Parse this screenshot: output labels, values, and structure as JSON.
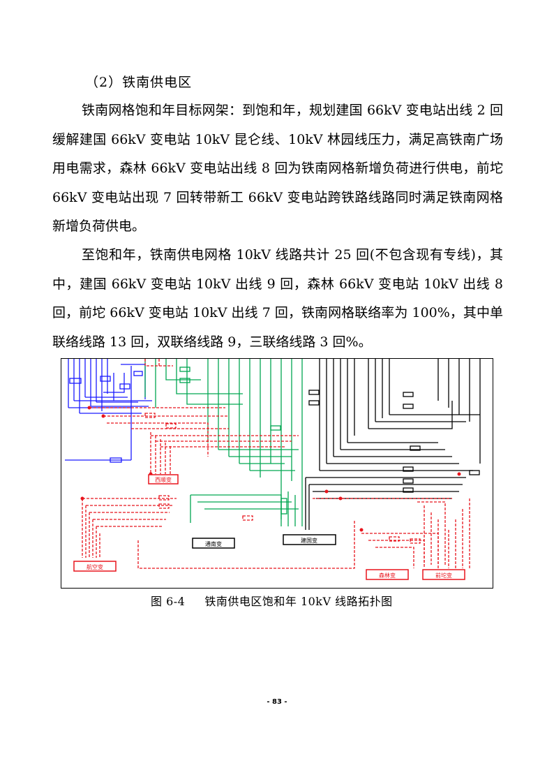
{
  "section": {
    "heading": "（2）铁南供电区"
  },
  "paragraphs": [
    "铁南网格饱和年目标网架：到饱和年，规划建国 66kV 变电站出线 2 回缓解建国 66kV 变电站 10kV 昆仑线、10kV 林园线压力，满足高铁南广场用电需求，森林 66kV 变电站出线 8 回为铁南网格新增负荷进行供电，前坨 66kV 变电站出现 7 回转带新工 66kV 变电站跨铁路线路同时满足铁南网格新增负荷供电。",
    "至饱和年，铁南供电网格 10kV 线路共计 25 回(不包含现有专线)，其中，建国 66kV 变电站 10kV 出线 9 回，森林 66kV 变电站 10kV 出线 8 回，前坨 66kV 变电站 10kV 出线 7 回，铁南网格联络率为 100%，其中单联络线路 13 回，双联络线路 9，三联络线路 3 回%。"
  ],
  "figure": {
    "caption_number": "图 6-4",
    "caption_text": "铁南供电区饱和年 10kV 线路拓扑图",
    "stations": {
      "xishun": "西顺变",
      "tongnan": "通南变",
      "jianguo": "建国变",
      "hangkong": "航空变",
      "senlin": "森林变",
      "qiantuo": "前坨变"
    },
    "colors": {
      "blue_network": "#1a1aff",
      "green_network": "#00a651",
      "red_network": "#e8141c",
      "black_network": "#000000"
    }
  },
  "footer": {
    "page_number": "- 83 -"
  }
}
